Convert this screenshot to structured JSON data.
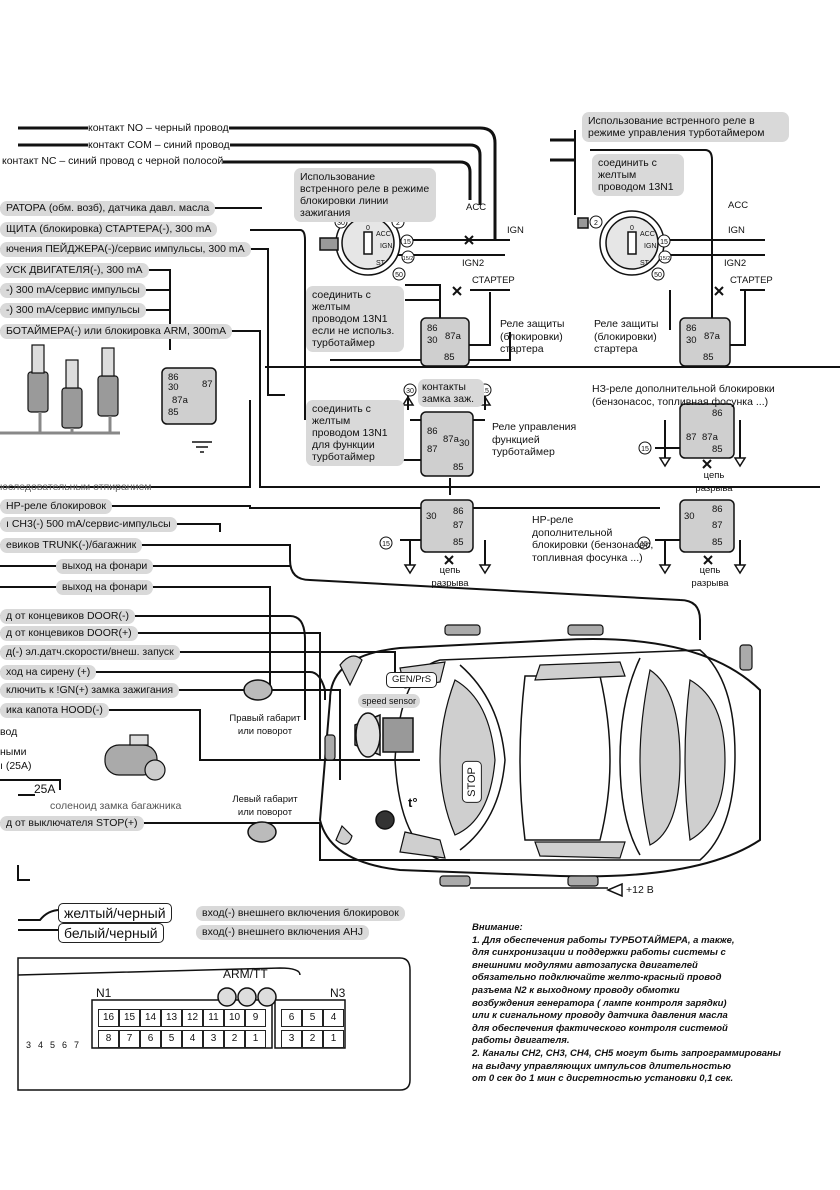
{
  "left_wire_labels": [
    "контакт NO – черный провод",
    "контакт COM – синий провод",
    "контакт NC – синий провод с черной полосой",
    "РАТОРА (обм. возб), датчика давл. масла",
    "ЩИТА (блокировка) СТАРТЕРА(-), 300 mA",
    "ючения ПЕЙДЖЕРА(-)/сервис импульсы, 300 mA",
    "УСК ДВИГАТЕЛЯ(-), 300 mA",
    "-) 300 mA/сервис импульсы",
    "-) 300 mA/сервис импульсы",
    "БОТАЙМЕРА(-) или блокировка ARM, 300mA",
    "юследовательным отпиранием",
    "НР-реле блокировок",
    "ı СН3(-) 500 mA/сервис-импульсы",
    "евиков TRUNK(-)/багажник",
    "выход на фонари",
    "выход на фонари",
    "д от концевиков DOOR(-)",
    "д от концевиков DOOR(+)",
    "д(-) эл.датч.скорости/внеш. запуск",
    "ход на сирену (+)",
    "ключить к !GN(+) замка зажигания",
    "ика капота HOOD(-)",
    "д от выключателя STOP(+)"
  ],
  "left_fragments": [
    "вод",
    "ными",
    "ı (25A)",
    "25A"
  ],
  "ignition_block_title": "Использование встренного реле в режиме блокировки линии зажигания",
  "turbotimer_title": "Использование встренного реле в режиме управления турботаймером",
  "connect_notes": {
    "n1": "соединить с желтым проводом 13N1",
    "n2": "соединить с желтым проводом 13N1 если не использ. турботаймер",
    "n3": "соединить с желтым проводом 13N1 для функции турботаймер"
  },
  "switch_terminals": [
    "ACC",
    "IGN",
    "IGN2",
    "СТАРТЕР",
    "ACC",
    "IGN",
    "IGN2",
    "СТАРТЕР"
  ],
  "lock_labels": [
    "0",
    "ACC",
    "IGN",
    "ST",
    "0",
    "ACC",
    "IGN",
    "ST"
  ],
  "badges": [
    "30",
    "2",
    "15",
    "15/2",
    "50",
    "2",
    "15",
    "15/2",
    "50",
    "30",
    "15",
    "15",
    "15",
    "15"
  ],
  "relay_pins": {
    "a": [
      "86",
      "30",
      "87a",
      "85"
    ],
    "b": [
      "86",
      "30",
      "87a",
      "87",
      "85"
    ],
    "c": [
      "87",
      "30",
      "86",
      "87a",
      "85"
    ],
    "d": [
      "30",
      "86",
      "87",
      "85"
    ],
    "e": [
      "86",
      "87",
      "30",
      "85"
    ],
    "f": [
      "87",
      "86",
      "87a",
      "85"
    ],
    "g": [
      "86",
      "30",
      "87a",
      "85"
    ]
  },
  "relay_captions": {
    "protect1": "Реле защиты (блокировки) стартера",
    "protect2": "Реле защиты (блокировки) стартера",
    "contacts": "контакты замка заж.",
    "turbo": "Реле управления функцией турботаймер",
    "nz": "НЗ-реле дополнительной блокировки (бензонасос, топливная фосунка ...)",
    "nr": "НР-реле дополнительной блокировки (бензонасос, топливная фосунка ...)",
    "break": "цепь разрыва"
  },
  "car_labels": {
    "gen": "GEN/PrS",
    "speed": "speed sensor",
    "stop": "STOP",
    "temp": "t°",
    "right_marker": "Правый габарит или поворот",
    "left_marker": "Левый габарит или поворот",
    "solenoid": "соленоид замка багажника",
    "plus12": "+12 В"
  },
  "wire_inputs": [
    {
      "color": "желтый/черный",
      "desc": "вход(-) внешнего включения блокировок"
    },
    {
      "color": "белый/черный",
      "desc": "вход(-) внешнего включения АНJ"
    }
  ],
  "connector": {
    "arm_label": "ARM/TT",
    "n1": "N1",
    "n3": "N3",
    "n1_top": [
      "16",
      "15",
      "14",
      "13",
      "12",
      "11",
      "10",
      "9"
    ],
    "n1_bottom": [
      "8",
      "7",
      "6",
      "5",
      "4",
      "3",
      "2",
      "1"
    ],
    "n3_top": [
      "6",
      "5",
      "4"
    ],
    "n3_bottom": [
      "3",
      "2",
      "1"
    ],
    "side_pins": [
      "3",
      "4",
      "5",
      "6",
      "7"
    ]
  },
  "notes": [
    "Внимание:",
    "1. Для обеспечения работы ТУРБОТАЙМЕРА, а также,",
    "для синхронизации и поддержки работы системы с",
    "внешними модулями автозапуска двигателей",
    "обязательно подключайте желто-красный провод",
    "разъема N2 к выходному проводу обмотки",
    "возбуждения генератора ( лампе контроля зарядки)",
    "или к сигнальному проводу датчика давления масла",
    "для обеспечения фактического контроля системой",
    "работы двигателя.",
    "2. Каналы СН2, СН3, СН4, СН5 могут быть запрограммированы",
    "на выдачу управляющих импульсов длительностью",
    "от 0 сек до 1 мин с дисретностью установки 0,1 сек."
  ]
}
